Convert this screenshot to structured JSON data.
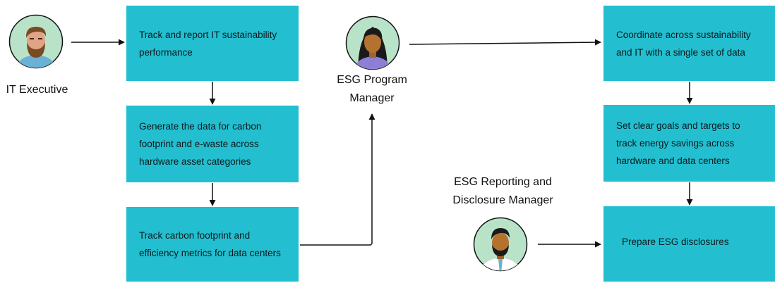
{
  "roles": {
    "it_executive": "IT Executive",
    "esg_program_manager_line1": "ESG Program",
    "esg_program_manager_line2": "Manager",
    "esg_reporting_line1": "ESG Reporting and",
    "esg_reporting_line2": "Disclosure Manager"
  },
  "steps": {
    "track_report": "Track and report IT sustainability performance",
    "generate_data": "Generate the data for carbon footprint and e-waste across hardware asset categories",
    "track_carbon": "Track carbon footprint and efficiency metrics for data centers",
    "coordinate": "Coordinate across sustainability and IT with a single set of data",
    "set_goals": "Set clear goals and targets to track energy savings across hardware and data centers",
    "prepare_disclosures": "Prepare ESG disclosures"
  },
  "colors": {
    "box": "#23bfd0",
    "avatar_bg": "#b9e3c9",
    "line": "#111111"
  },
  "icons": {
    "it_executive": "bearded-man-avatar-icon",
    "esg_program_manager": "woman-avatar-icon",
    "esg_reporting_manager": "man-with-tie-avatar-icon"
  }
}
